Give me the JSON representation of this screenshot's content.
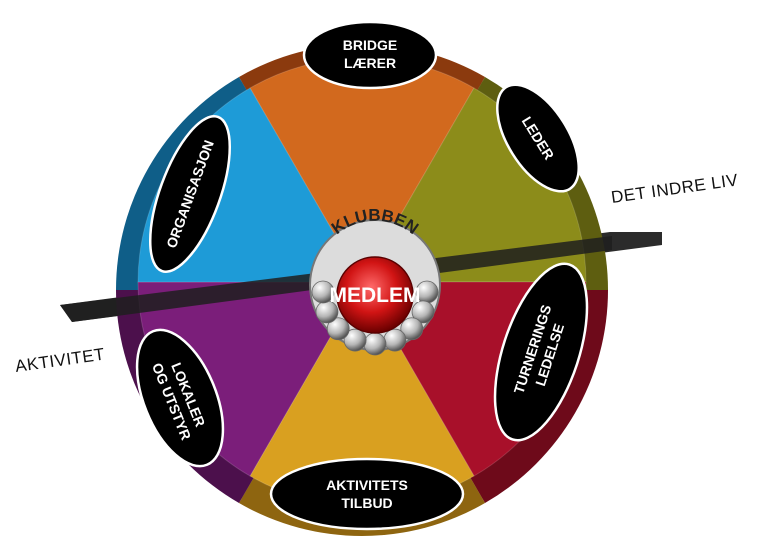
{
  "diagram": {
    "center": {
      "label": "MEDLEM",
      "ring_label": "KLUBBEN"
    },
    "axes": {
      "right_label": "DET INDRE LIV",
      "left_label": "AKTIVITET"
    },
    "segments": [
      {
        "id": "bridge",
        "lines": [
          "BRIDGE",
          "LÆRER"
        ],
        "color": "#D2691E",
        "rim": "#8B3A0E"
      },
      {
        "id": "leder",
        "lines": [
          "LEDER"
        ],
        "color": "#8C8C1A",
        "rim": "#5E5E10"
      },
      {
        "id": "turnering",
        "lines": [
          "TURNERINGS",
          "LEDELSE"
        ],
        "color": "#A8102A",
        "rim": "#6E0A1A"
      },
      {
        "id": "aktivitets",
        "lines": [
          "AKTIVITETS",
          "TILBUD"
        ],
        "color": "#D9A020",
        "rim": "#8E6510"
      },
      {
        "id": "lokaler",
        "lines": [
          "LOKALER",
          "OG UTSTYR"
        ],
        "color": "#7B1E7A",
        "rim": "#4C104C"
      },
      {
        "id": "organisasjon",
        "lines": [
          "ORGANISASJON"
        ],
        "color": "#1E9BD7",
        "rim": "#0F5E88"
      }
    ]
  }
}
